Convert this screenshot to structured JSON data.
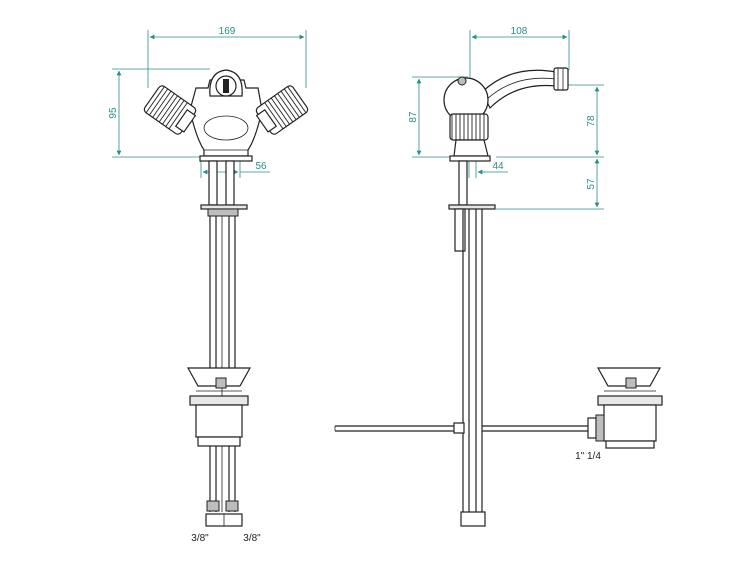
{
  "colors": {
    "dimension": "#2a8c89",
    "outline": "#222222",
    "background": "#ffffff"
  },
  "front_view": {
    "dim_width": "169",
    "dim_height": "95",
    "dim_spout_offset": "56",
    "inlet_left": "3/8\"",
    "inlet_right": "3/8\""
  },
  "side_view": {
    "dim_reach": "108",
    "dim_body_height": "87",
    "dim_spout_height": "78",
    "dim_offset": "44",
    "dim_below_deck": "57",
    "waste_thread": "1\" 1/4"
  }
}
